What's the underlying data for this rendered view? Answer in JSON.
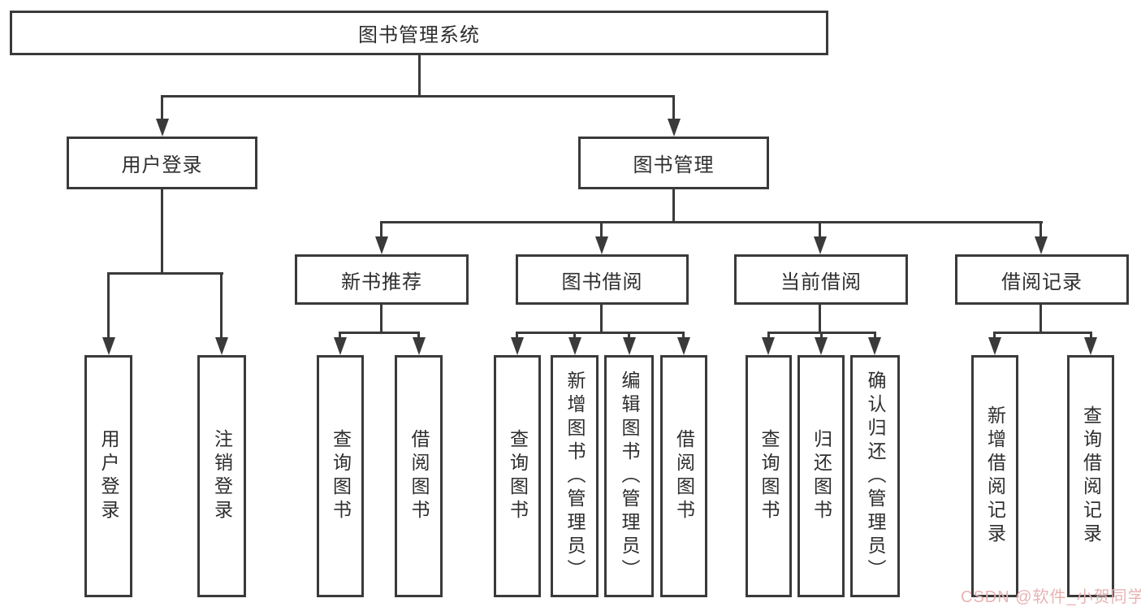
{
  "diagram": {
    "root": {
      "label": "图书管理系统"
    },
    "branches": {
      "user_login": {
        "label": "用户登录",
        "children": [
          {
            "label": "用户登录"
          },
          {
            "label": "注销登录"
          }
        ]
      },
      "book_management": {
        "label": "图书管理",
        "sections": [
          {
            "label": "新书推荐",
            "children": [
              {
                "label": "查询图书"
              },
              {
                "label": "借阅图书"
              }
            ]
          },
          {
            "label": "图书借阅",
            "children": [
              {
                "label": "查询图书"
              },
              {
                "label": "新增图书（管理员）"
              },
              {
                "label": "编辑图书（管理员）"
              },
              {
                "label": "借阅图书"
              }
            ]
          },
          {
            "label": "当前借阅",
            "children": [
              {
                "label": "查询图书"
              },
              {
                "label": "归还图书"
              },
              {
                "label": "确认归还（管理员）"
              }
            ]
          },
          {
            "label": "借阅记录",
            "children": [
              {
                "label": "新增借阅记录"
              },
              {
                "label": "查询借阅记录"
              }
            ]
          }
        ]
      }
    }
  },
  "watermark": {
    "text": "CSDN @软件_小贺同学",
    "color": "#e8b3b3"
  },
  "colors": {
    "line": "#3a3a3a",
    "text": "#2e2e2e",
    "background": "#ffffff"
  }
}
